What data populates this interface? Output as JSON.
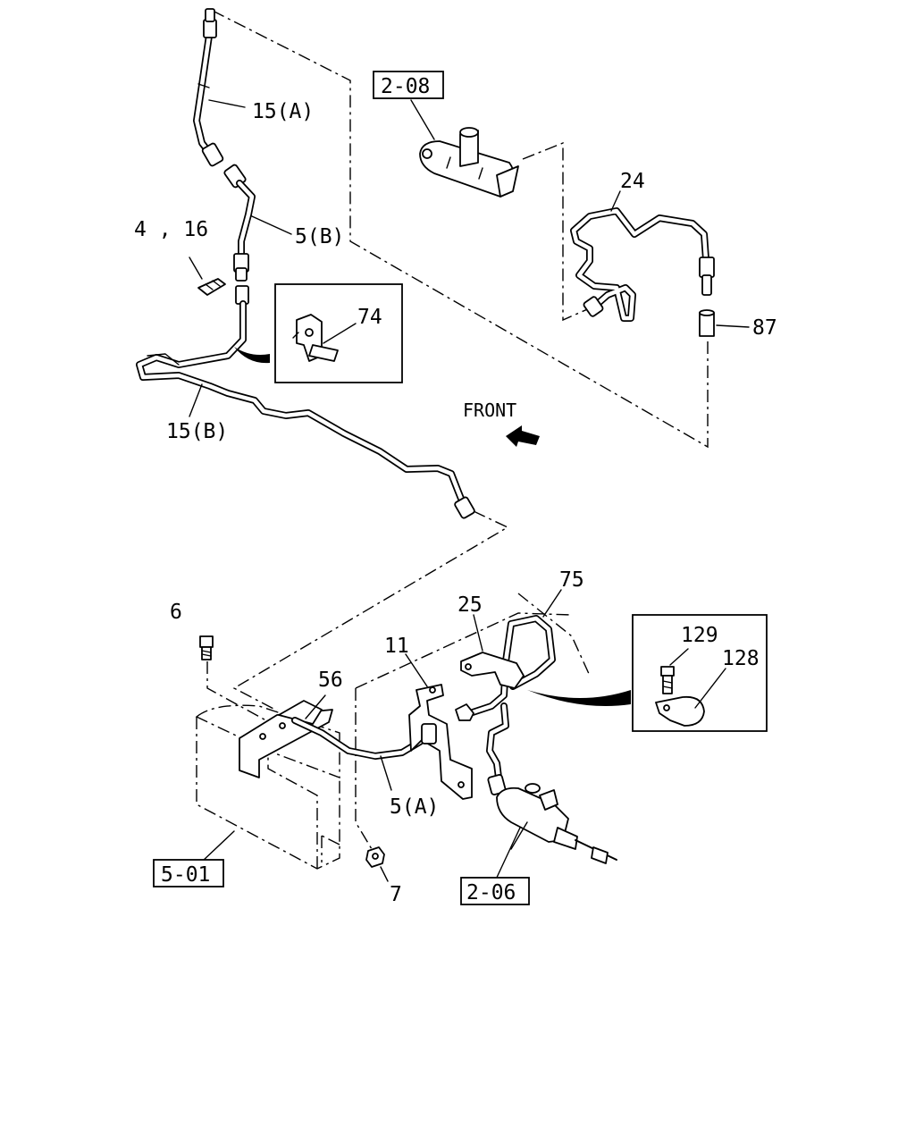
{
  "labels": {
    "ref_2_08": "2-08",
    "p15a": "15(A)",
    "p24": "24",
    "p4_16": "4 , 16",
    "p5b": "5(B)",
    "p74": "74",
    "p87": "87",
    "front": "FRONT",
    "p15b": "15(B)",
    "p75": "75",
    "p25": "25",
    "p6": "6",
    "p11": "11",
    "p129": "129",
    "p128": "128",
    "p56": "56",
    "p5a": "5(A)",
    "ref_5_01": "5-01",
    "p7": "7",
    "ref_2_06": "2-06"
  }
}
